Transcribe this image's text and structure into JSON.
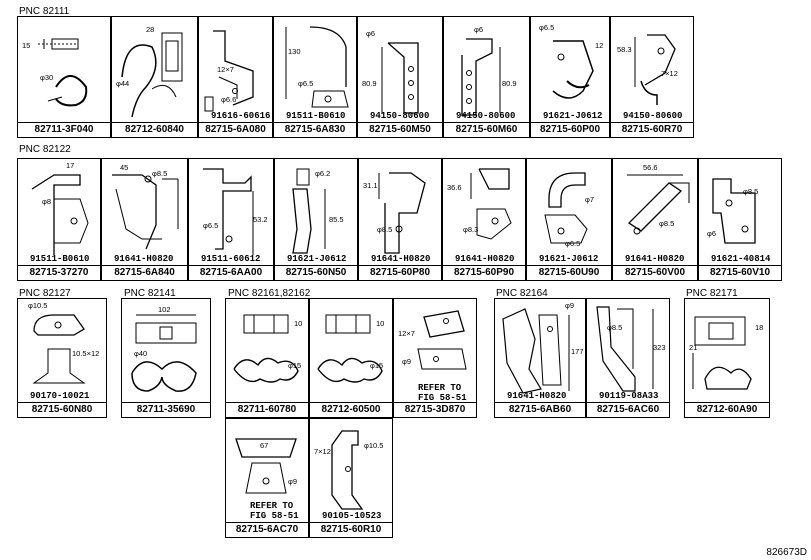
{
  "pnc": {
    "r1": "PNC 82111",
    "r2": "PNC 82122",
    "r3a": "PNC 82127",
    "r3b": "PNC 82141",
    "r3c": "PNC 82161,82162",
    "r3d": "PNC 82164",
    "r3e": "PNC 82171"
  },
  "row1": [
    {
      "pn": "82711-3F040",
      "dims": [
        "15",
        "φ30"
      ]
    },
    {
      "pn": "82712-60840",
      "dims": [
        "28",
        "φ44"
      ]
    },
    {
      "pn": "82715-6A080",
      "sub": "91616-60616",
      "dims": [
        "12×7",
        "φ6.6"
      ]
    },
    {
      "pn": "82715-6A830",
      "sub": "91511-B0610",
      "dims": [
        "130",
        "φ6.5"
      ]
    },
    {
      "pn": "82715-60M50",
      "sub": "94150-80600",
      "dims": [
        "φ6",
        "80.9"
      ]
    },
    {
      "pn": "82715-60M60",
      "sub": "94150-80600",
      "dims": [
        "φ6",
        "80.9"
      ]
    },
    {
      "pn": "82715-60P00",
      "sub": "91621-J0612",
      "dims": [
        "φ6.5",
        "12"
      ]
    },
    {
      "pn": "82715-60R70",
      "sub": "94150-80600",
      "dims": [
        "58.3",
        "7×12"
      ]
    }
  ],
  "row2": [
    {
      "pn": "82715-37270",
      "sub": "91511-B0610",
      "dims": [
        "17",
        "φ8"
      ]
    },
    {
      "pn": "82715-6A840",
      "sub": "91641-H0820",
      "dims": [
        "45",
        "φ8.5"
      ]
    },
    {
      "pn": "82715-6AA00",
      "sub": "91511-60612",
      "dims": [
        "53.2",
        "φ6.5"
      ]
    },
    {
      "pn": "82715-60N50",
      "sub": "91621-J0612",
      "dims": [
        "φ6.2",
        "85.5"
      ]
    },
    {
      "pn": "82715-60P80",
      "sub": "91641-H0820",
      "dims": [
        "31.1",
        "φ8.5"
      ]
    },
    {
      "pn": "82715-60P90",
      "sub": "91641-H0820",
      "dims": [
        "36.6",
        "φ8.3"
      ]
    },
    {
      "pn": "82715-60U90",
      "sub": "91621-J0612",
      "dims": [
        "φ7",
        "φ6.5"
      ]
    },
    {
      "pn": "82715-60V00",
      "sub": "91641-H0820",
      "dims": [
        "56.6",
        "φ8.5"
      ]
    },
    {
      "pn": "82715-60V10",
      "sub": "91621-40814",
      "dims": [
        "φ8.5",
        "φ6"
      ]
    }
  ],
  "row3": {
    "c82127": {
      "pn": "82715-60N80",
      "sub": "90170-10021",
      "dims": [
        "φ10.5",
        "10.5×12"
      ]
    },
    "c82141": {
      "pn": "82711-35690",
      "dims": [
        "102",
        "φ40"
      ]
    },
    "c82161a": {
      "pn": "82711-60780",
      "dims": [
        "10",
        "φ15"
      ]
    },
    "c82161b": {
      "pn": "82712-60500",
      "dims": [
        "10",
        "φ15"
      ]
    },
    "c82162a": {
      "pn": "82715-3D870",
      "note1": "REFER TO",
      "note2": "FIG 58-51",
      "dims": [
        "12×7",
        "φ9"
      ]
    },
    "c82164a": {
      "pn": "82715-6AB60",
      "sub": "91641-H0820",
      "dims": [
        "φ9",
        "177"
      ]
    },
    "c82164b": {
      "pn": "82715-6AC60",
      "sub": "90119-08A33",
      "dims": [
        "φ8.5",
        "323"
      ]
    },
    "c82171": {
      "pn": "82712-60A90",
      "dims": [
        "21",
        "18"
      ]
    }
  },
  "row4": {
    "c1": {
      "pn": "82715-6AC70",
      "note1": "REFER TO",
      "note2": "FIG 58-51",
      "dims": [
        "67",
        "φ9"
      ]
    },
    "c2": {
      "pn": "82715-60R10",
      "sub": "90105-10523",
      "dims": [
        "7×12",
        "φ10.5"
      ]
    }
  },
  "figure_id": "826673D"
}
